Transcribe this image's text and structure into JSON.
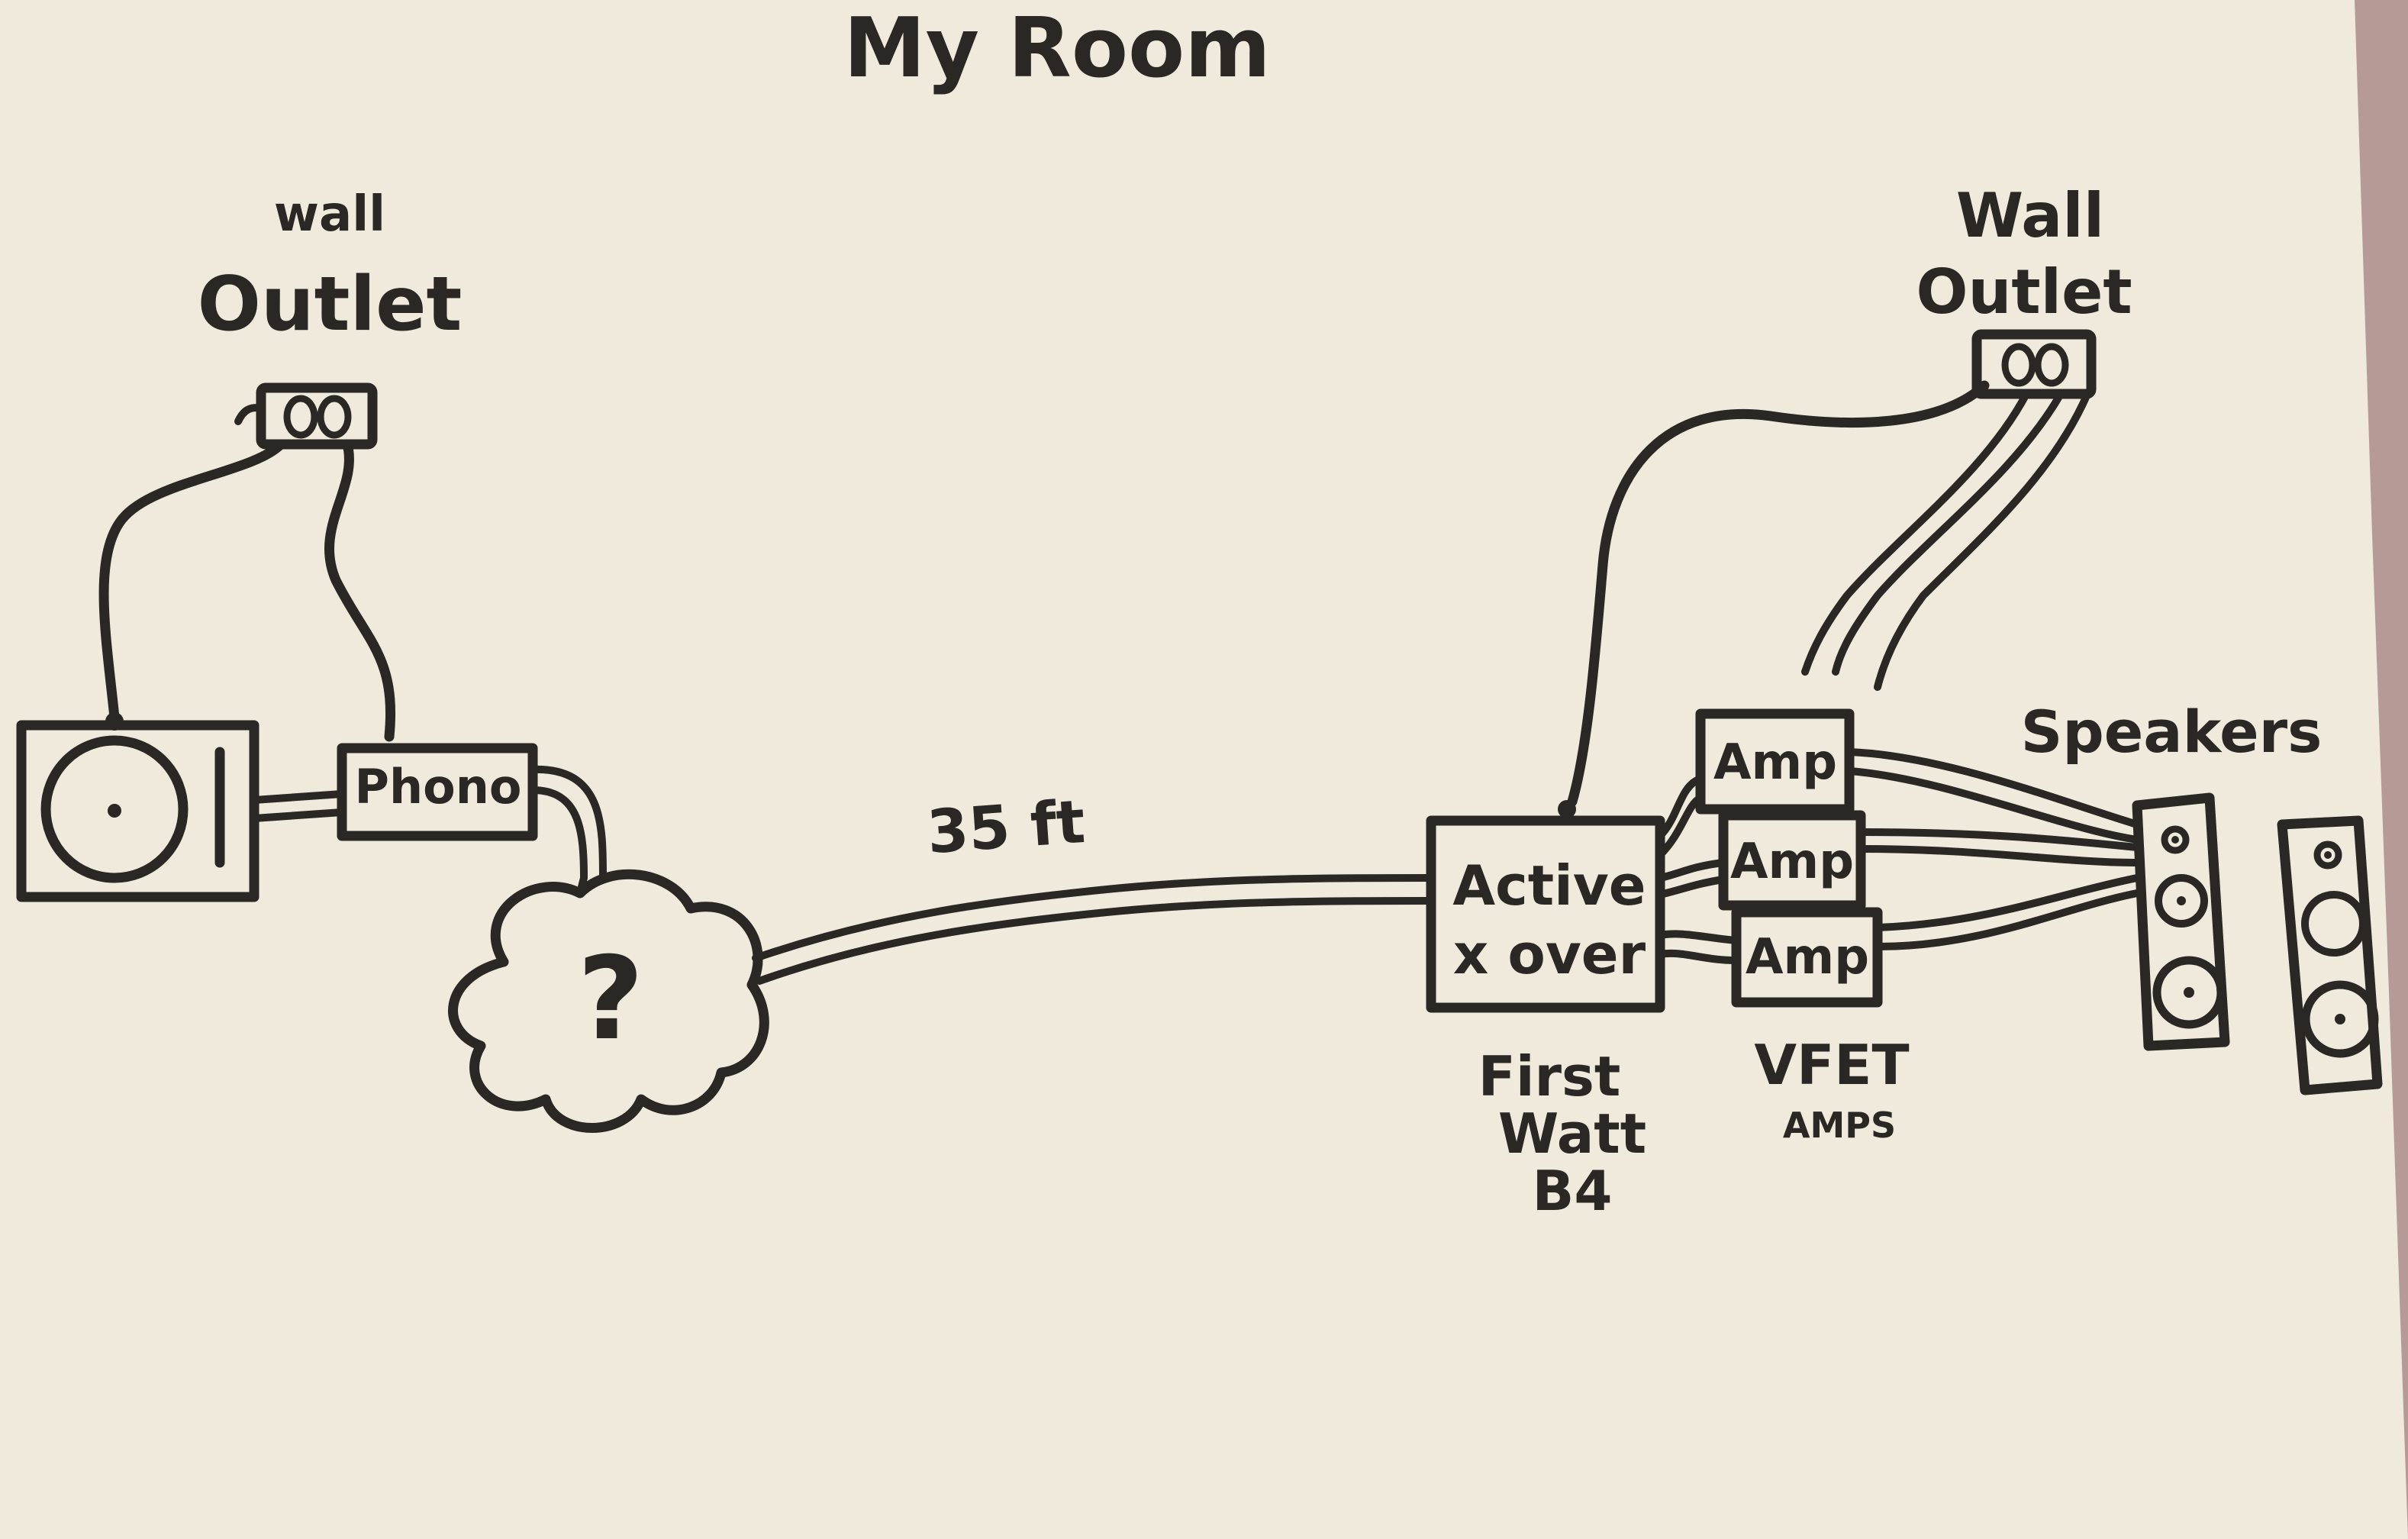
{
  "title": "My Room",
  "left_outlet": {
    "label_top": "wall",
    "label_bottom": "Outlet"
  },
  "right_outlet": {
    "label_top": "Wall",
    "label_bottom": "Outlet"
  },
  "turntable": {
    "icon": "turntable-icon"
  },
  "phono": {
    "label": "Phono"
  },
  "unknown": {
    "label": "?"
  },
  "cable_length": "35 ft",
  "crossover": {
    "line1": "Active",
    "line2": "x over",
    "caption": [
      "First",
      "Watt",
      "B4"
    ]
  },
  "amps": {
    "labels": [
      "Amp",
      "Amp",
      "Amp"
    ],
    "caption": [
      "VFET",
      "AMPS"
    ]
  },
  "speakers": {
    "label": "Speakers",
    "icon": "speaker-icon"
  },
  "colors": {
    "paper": "#efeadc",
    "ink": "#2a2724",
    "background": "#b59a96"
  }
}
